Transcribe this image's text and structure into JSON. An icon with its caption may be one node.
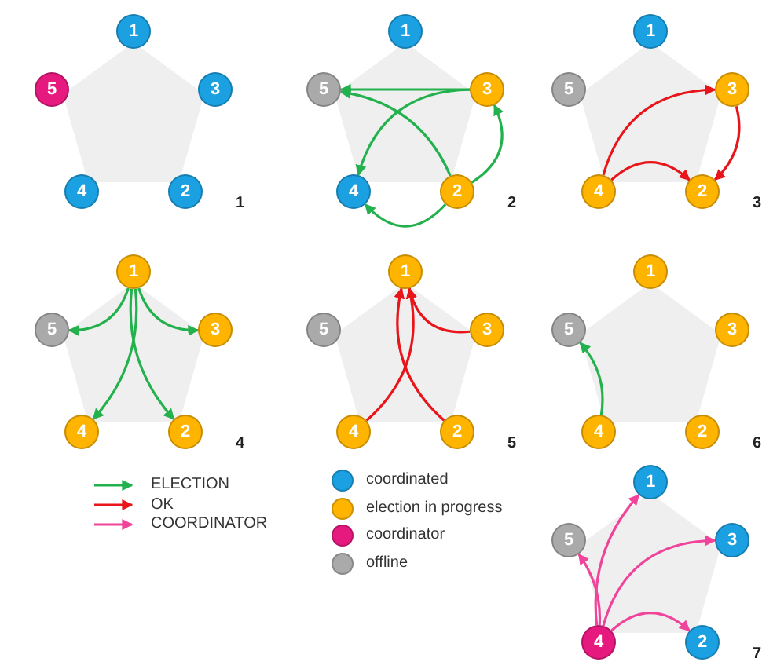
{
  "diagram": {
    "nodes": [
      {
        "text": [
          "1"
        ]
      },
      {
        "text": [
          "5"
        ]
      },
      {
        "text": [
          "3"
        ]
      },
      {
        "text": [
          "4"
        ]
      },
      {
        "text": [
          "2"
        ]
      },
      {
        "text": [
          "1"
        ]
      },
      {
        "text": [
          "5"
        ]
      },
      {
        "text": [
          "3"
        ]
      },
      {
        "text": [
          "4"
        ]
      },
      {
        "text": [
          "2"
        ]
      },
      {
        "text": [
          "1"
        ]
      },
      {
        "text": [
          "5"
        ]
      },
      {
        "text": [
          "3"
        ]
      },
      {
        "text": [
          "4"
        ]
      },
      {
        "text": [
          "2"
        ]
      },
      {
        "text": [
          "1"
        ]
      },
      {
        "text": [
          "5"
        ]
      },
      {
        "text": [
          "3"
        ]
      },
      {
        "text": [
          "4"
        ]
      },
      {
        "text": [
          "2"
        ]
      },
      {
        "text": [
          "1"
        ]
      },
      {
        "text": [
          "5"
        ]
      },
      {
        "text": [
          "3"
        ]
      },
      {
        "text": [
          "4"
        ]
      },
      {
        "text": [
          "2"
        ]
      },
      {
        "text": [
          "1"
        ]
      },
      {
        "text": [
          "5"
        ]
      },
      {
        "text": [
          "3"
        ]
      },
      {
        "text": [
          "4"
        ]
      },
      {
        "text": [
          "2"
        ]
      },
      {
        "text": [
          "1"
        ]
      },
      {
        "text": [
          "5"
        ]
      },
      {
        "text": [
          "3"
        ]
      },
      {
        "text": [
          "4"
        ]
      },
      {
        "text": [
          "2"
        ]
      }
    ],
    "edges": [
      {
        "from": 7,
        "to": 6,
        "arrow": "to"
      },
      {
        "from": 7,
        "to": 8,
        "arrow": "to"
      },
      {
        "from": 9,
        "to": 6,
        "arrow": "to"
      },
      {
        "from": 9,
        "to": 7,
        "arrow": "to"
      },
      {
        "from": 9,
        "to": 8,
        "arrow": "to"
      },
      {
        "from": 13,
        "to": 12,
        "arrow": "to",
        "color": "#e8151b"
      },
      {
        "from": 13,
        "to": 14,
        "arrow": "to",
        "color": "#e8151b"
      },
      {
        "from": 12,
        "to": 14,
        "arrow": "to",
        "color": "#e8151b"
      },
      {
        "from": 15,
        "to": 16,
        "arrow": "to"
      },
      {
        "from": 15,
        "to": 17,
        "arrow": "to"
      },
      {
        "from": 15,
        "to": 18,
        "arrow": "to"
      },
      {
        "from": 15,
        "to": 19,
        "arrow": "to"
      },
      {
        "from": 22,
        "to": 20,
        "arrow": "to",
        "color": "#e8151b"
      },
      {
        "from": 23,
        "to": 20,
        "arrow": "to",
        "color": "#e8151b"
      },
      {
        "from": 24,
        "to": 20,
        "arrow": "to",
        "color": "#e8151b"
      },
      {
        "from": 28,
        "to": 26,
        "arrow": "to"
      },
      {
        "from": 33,
        "to": 30,
        "arrow": "to",
        "color": "#f0449b"
      },
      {
        "from": 33,
        "to": 31,
        "arrow": "to",
        "color": "#f0449b"
      },
      {
        "from": 33,
        "to": 32,
        "arrow": "to",
        "color": "#f0449b"
      },
      {
        "from": 33,
        "to": 34,
        "arrow": "to",
        "color": "#f0449b"
      }
    ],
    "labels": [
      "1",
      "2",
      "3",
      "4",
      "5",
      "6",
      "7"
    ],
    "legend": [
      {
        "text": "ELECTION"
      },
      {
        "text": "OK"
      },
      {
        "text": "COORDINATOR"
      },
      {
        "text": "coordinated",
        "color": "#1ba1e2"
      },
      {
        "text": "election in progress",
        "color": "#ffb400"
      },
      {
        "text": "coordinator",
        "color": "#e6197f"
      },
      {
        "text": "offline",
        "color": "#aaaaaa"
      }
    ]
  }
}
